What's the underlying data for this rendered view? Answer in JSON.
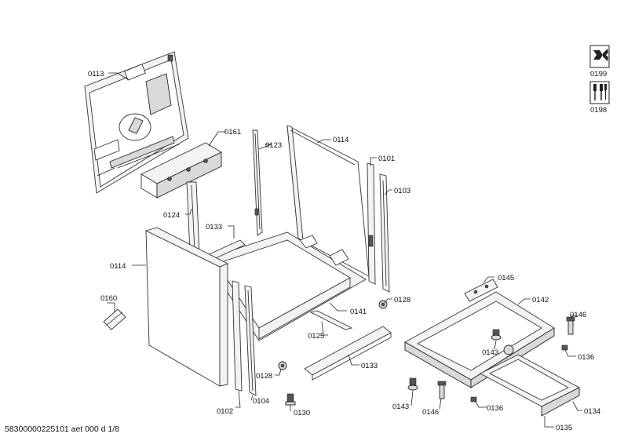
{
  "labels": {
    "p0113": "0113",
    "p0161": "0161",
    "p0123": "0123",
    "p0114_top": "0114",
    "p0101": "0101",
    "p0103": "0103",
    "p0124": "0124",
    "p0133_top": "0133",
    "p0114_left": "0114",
    "p0160": "0160",
    "p0141": "0141",
    "p0128_right": "0128",
    "p0125": "0125",
    "p0133_bottom": "0133",
    "p0128_left": "0128",
    "p0102": "0102",
    "p0104": "0104",
    "p0130": "0130",
    "p0145": "0145",
    "p0142": "0142",
    "p0146_right": "0146",
    "p0143_mid": "0143",
    "p0136_right": "0136",
    "p0143_left": "0143",
    "p0146_left": "0146",
    "p0136_left": "0136",
    "p0134": "0134",
    "p0135": "0135"
  },
  "tools": {
    "wrench_label": "0199",
    "screwdriver_label": "0198",
    "wrench_icon": "wrench-tool-icon",
    "screwdriver_icon": "screwdriver-tool-icon"
  },
  "footer": {
    "doc_code": "58300000225101 aet 000 d 1/8"
  }
}
